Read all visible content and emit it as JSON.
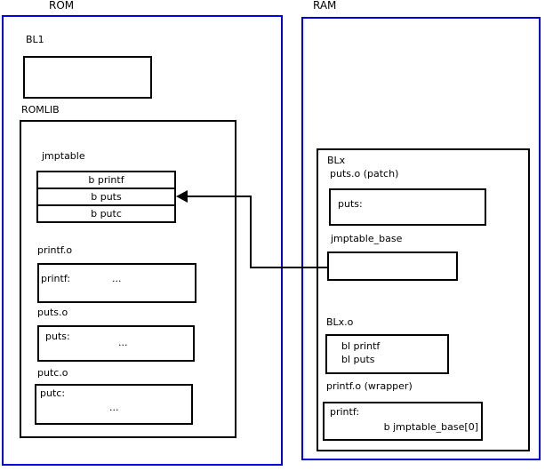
{
  "colors": {
    "region_border": "#0000e0",
    "box_border": "#000000",
    "connector": "#000000",
    "background": "#ffffff"
  },
  "rom": {
    "title": "ROM",
    "bl1": {
      "label": "BL1"
    },
    "romlib": {
      "label": "ROMLIB",
      "jmptable": {
        "label": "jmptable",
        "rows": [
          "b printf",
          "b puts",
          "b putc"
        ]
      },
      "printf_o": {
        "label": "printf.o",
        "symbol": "printf:",
        "body": "..."
      },
      "puts_o": {
        "label": "puts.o",
        "symbol": "puts:",
        "body": "..."
      },
      "putc_o": {
        "label": "putc.o",
        "symbol": "putc:",
        "body": "..."
      }
    }
  },
  "ram": {
    "title": "RAM",
    "blx": {
      "label": "BLx",
      "puts_patch": {
        "label": "puts.o (patch)",
        "symbol": "puts:"
      },
      "jmptable_base": {
        "label": "jmptable_base"
      },
      "blx_o": {
        "label": "BLx.o",
        "instructions": [
          "bl printf",
          "bl puts"
        ]
      },
      "printf_wrapper": {
        "label": "printf.o (wrapper)",
        "symbol": "printf:",
        "instruction": "b jmptable_base[0]"
      }
    }
  }
}
